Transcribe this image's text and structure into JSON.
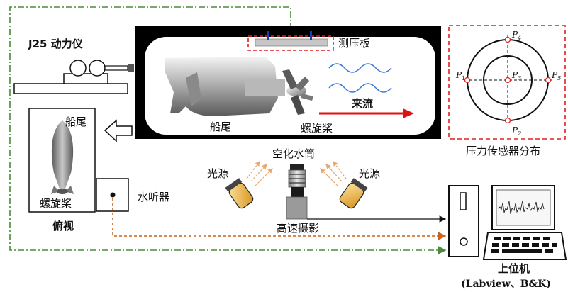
{
  "labels": {
    "dynamometer": "J25 动力仪",
    "pressure_plate": "测压板",
    "stern_tunnel": "船尾",
    "propeller_tunnel": "螺旋桨",
    "inflow": "来流",
    "stern_top": "船尾",
    "propeller_top": "螺旋桨",
    "top_view": "俯视",
    "hydrophone": "水听器",
    "cavitation_tunnel": "空化水筒",
    "light_left": "光源",
    "light_right": "光源",
    "high_speed_camera": "高速摄影",
    "sensor_distribution": "压力传感器分布",
    "host_computer": "上位机",
    "software": "(Labview、B&K)"
  },
  "sensor_points": [
    {
      "name": "P",
      "sub": "1"
    },
    {
      "name": "P",
      "sub": "2"
    },
    {
      "name": "P",
      "sub": "3"
    },
    {
      "name": "P",
      "sub": "4"
    },
    {
      "name": "P",
      "sub": "5"
    }
  ],
  "colors": {
    "tunnel_frame": "#000000",
    "red_dash": "#e02020",
    "red_arrow": "#e01010",
    "wave_blue": "#3a78d8",
    "signal_green": "#4a8a3a",
    "signal_orange": "#c8641e",
    "light_yellow": "#e8b040"
  },
  "icons": [
    "dynamometer-icon",
    "propeller-icon",
    "camera-icon",
    "lamp-icon",
    "computer-icon",
    "hydrophone-icon"
  ]
}
